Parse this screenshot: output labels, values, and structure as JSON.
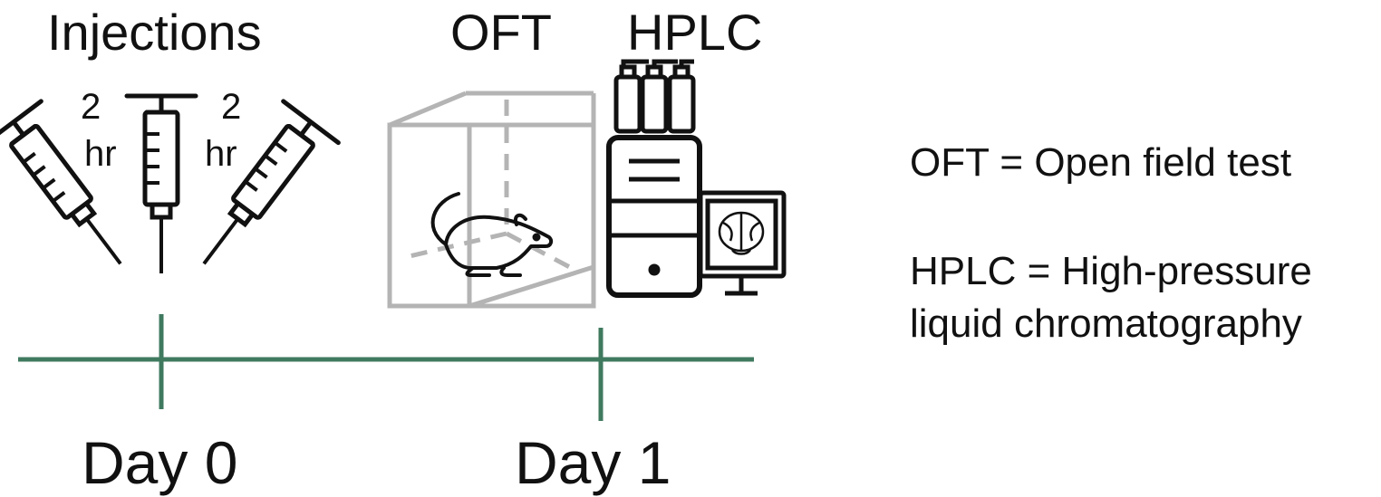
{
  "labels": {
    "injections": "Injections",
    "oft": "OFT",
    "hplc": "HPLC",
    "interval_left_number": "2",
    "interval_left_unit": "hr",
    "interval_right_number": "2",
    "interval_right_unit": "hr"
  },
  "timeline": {
    "day0": "Day 0",
    "day1": "Day 1"
  },
  "legend": {
    "oft_line": "OFT = Open field test",
    "hplc_line1": "HPLC = High-pressure",
    "hplc_line2": "liquid chromatography"
  },
  "colors": {
    "timeline": "#3f7a5f",
    "ink": "#111111",
    "cage": "#b4b4b4"
  },
  "icons": [
    "syringe-icon",
    "open-field-box-icon",
    "mouse-icon",
    "hplc-machine-icon",
    "monitor-icon",
    "brain-icon"
  ]
}
